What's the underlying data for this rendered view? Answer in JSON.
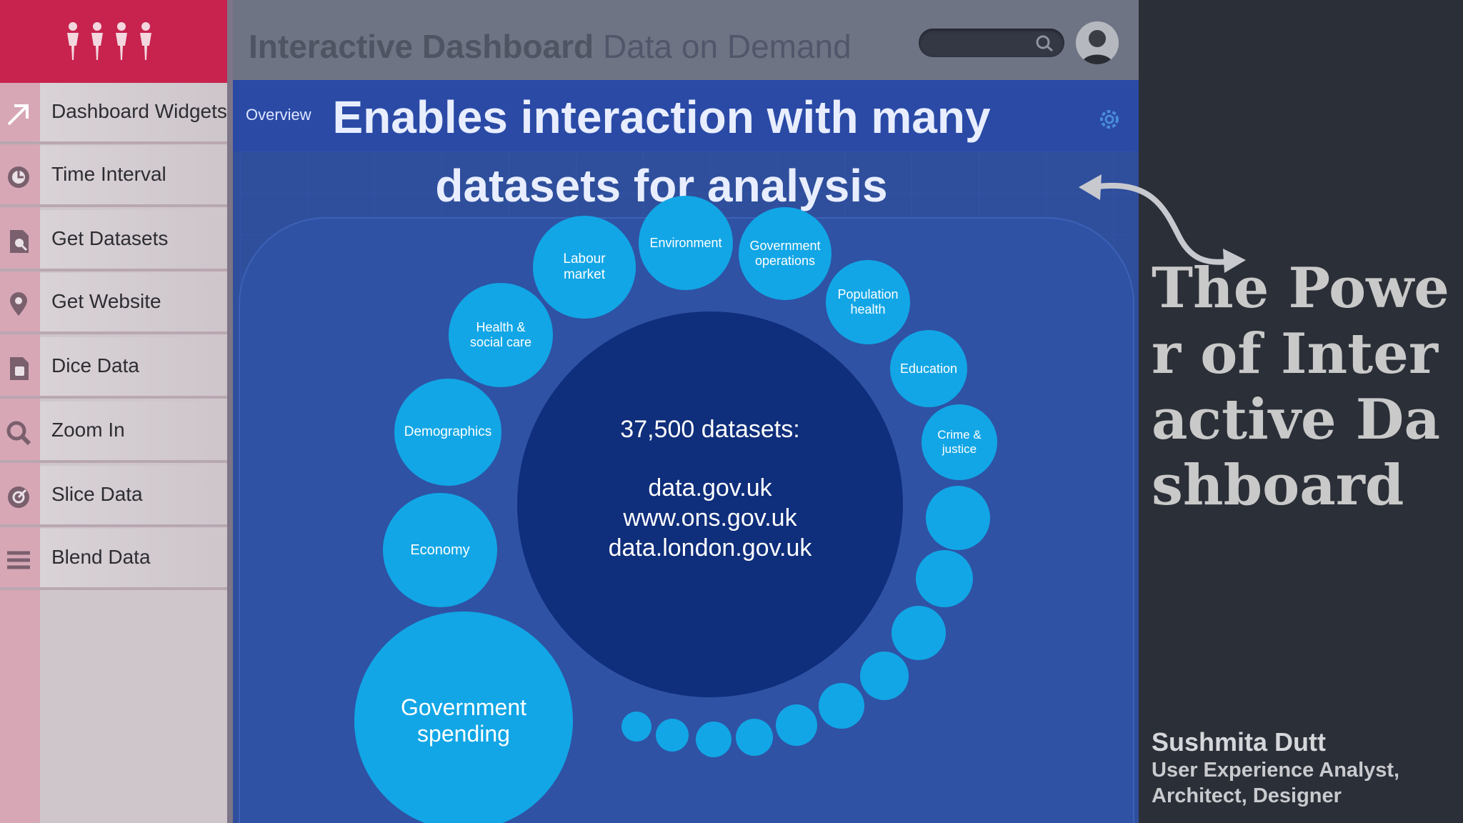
{
  "sidebar": {
    "items": [
      {
        "label": "Dashboard Widgets",
        "icon": "arrow-up-right-icon"
      },
      {
        "label": "Time Interval",
        "icon": "clock-icon"
      },
      {
        "label": "Get Datasets",
        "icon": "document-search-icon"
      },
      {
        "label": "Get Website",
        "icon": "location-pin-icon"
      },
      {
        "label": "Dice Data",
        "icon": "dice-document-icon"
      },
      {
        "label": "Zoom In",
        "icon": "zoom-icon"
      },
      {
        "label": "Slice Data",
        "icon": "slice-icon"
      },
      {
        "label": "Blend Data",
        "icon": "menu-lines-icon"
      }
    ]
  },
  "header": {
    "title_bold": "Interactive Dashboard",
    "title_rest": "Data on Demand"
  },
  "tabs": {
    "overview": "Overview"
  },
  "headline": {
    "line1": "Enables interaction with many",
    "line2": "datasets for analysis"
  },
  "center": {
    "line1": "37,500 datasets:",
    "line2": "data.gov.uk",
    "line3": "www.ons.gov.uk",
    "line4": "data.london.gov.uk"
  },
  "bubbles": {
    "government_spending": "Government spending",
    "economy": "Economy",
    "demographics": "Demographics",
    "health_social_care": "Health & social care",
    "labour_market": "Labour market",
    "environment": "Environment",
    "government_operations": "Government operations",
    "population_health": "Population health",
    "education": "Education",
    "crime_justice": "Crime & justice"
  },
  "right_panel": {
    "title": "The Power of Interactive Dashboard",
    "author_name": "Sushmita Dutt",
    "author_role": "User Experience Analyst, Architect, Designer"
  },
  "colors": {
    "sidebar_accent": "#c7234e",
    "main_bg": "#2f4f9c",
    "center_circle": "#0f2e7b",
    "bubble": "#12a6e6",
    "right_bg": "#2b2f37"
  }
}
